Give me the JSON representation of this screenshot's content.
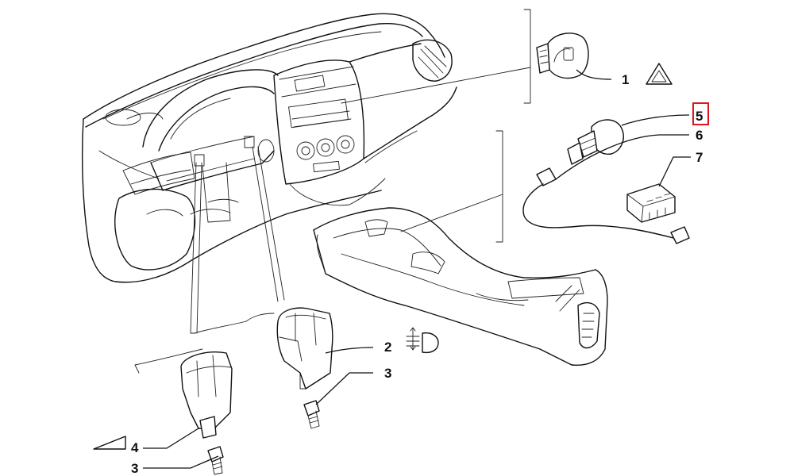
{
  "callouts": [
    {
      "label": "1"
    },
    {
      "label": "2"
    },
    {
      "label": "3"
    },
    {
      "label": "3"
    },
    {
      "label": "4"
    },
    {
      "label": "5",
      "highlighted": true
    },
    {
      "label": "6"
    },
    {
      "label": "7"
    }
  ],
  "symbols": [
    "hazard-warning-triangle-icon",
    "headlamp-leveling-icon",
    "rheostat-triangle-icon"
  ],
  "colors": {
    "line": "#111111",
    "highlight": "#e0141e",
    "background": "#ffffff"
  }
}
